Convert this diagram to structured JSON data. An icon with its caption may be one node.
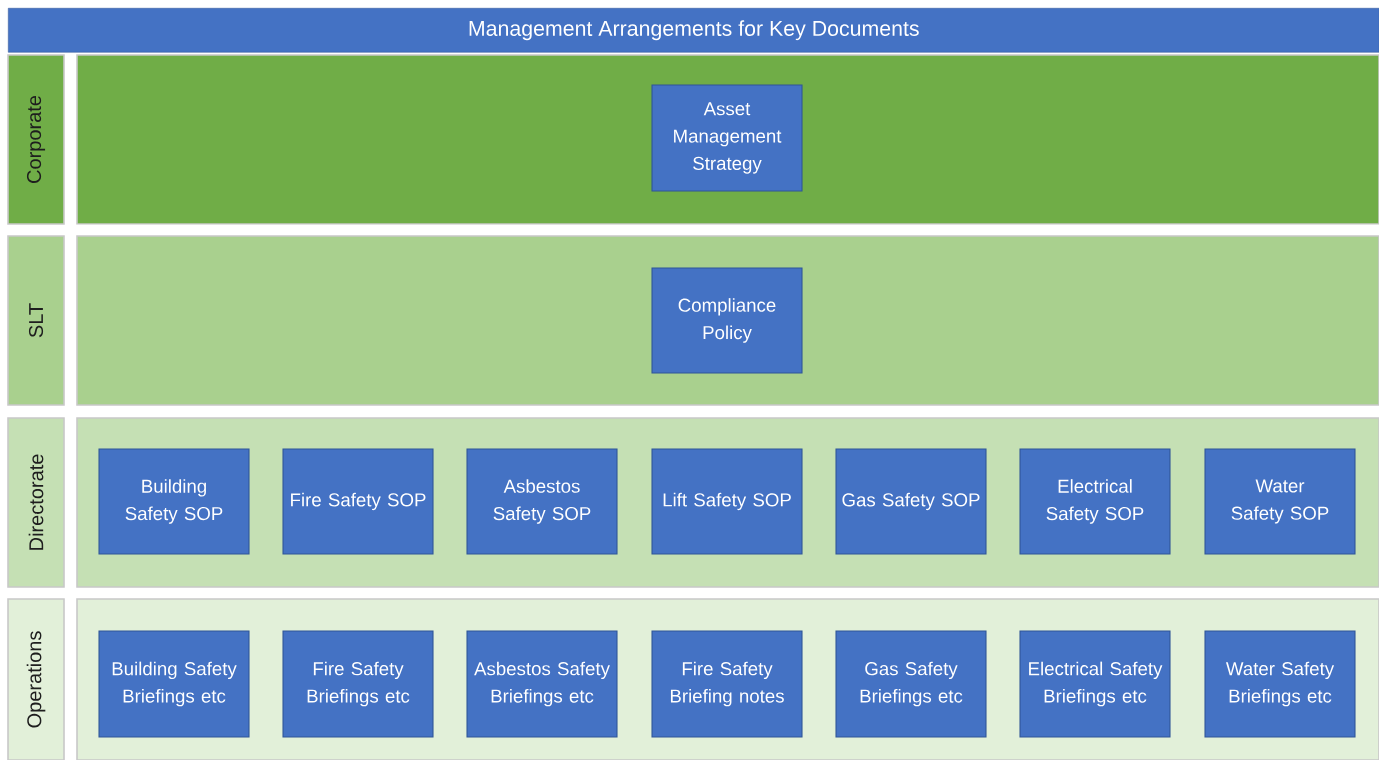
{
  "diagram": {
    "title": "Management Arrangements for Key Documents",
    "nodes": [
      {
        "text": [
          "Corporate"
        ]
      },
      {
        "text": [],
        "shape": "box"
      },
      {
        "text": [
          "Asset Management Strategy"
        ],
        "in": 1
      },
      {
        "text": [
          "SLT"
        ]
      },
      {
        "text": [],
        "shape": "box"
      },
      {
        "text": [
          "Compliance Policy"
        ],
        "in": 4
      },
      {
        "text": [
          "Directorate"
        ]
      },
      {
        "text": [],
        "shape": "box"
      },
      {
        "text": [
          "Building Safety SOP"
        ],
        "in": 7
      },
      {
        "text": [
          "Fire Safety SOP"
        ],
        "in": 7
      },
      {
        "text": [
          "Asbestos Safety SOP"
        ],
        "in": 7
      },
      {
        "text": [
          "Lift Safety SOP"
        ],
        "in": 7
      },
      {
        "text": [
          "Gas Safety SOP"
        ],
        "in": 7
      },
      {
        "text": [
          "Electrical Safety SOP"
        ],
        "in": 7
      },
      {
        "text": [
          "Water Safety SOP"
        ],
        "in": 7
      },
      {
        "text": [
          "Operations"
        ]
      },
      {
        "text": [],
        "shape": "box"
      },
      {
        "text": [
          "Building Safety Briefings etc"
        ],
        "in": 16
      },
      {
        "text": [
          "Fire Safety Briefings etc"
        ],
        "in": 16
      },
      {
        "text": [
          "Asbestos Safety Briefings etc"
        ],
        "in": 16
      },
      {
        "text": [
          "Fire Safety Briefing notes"
        ],
        "in": 16
      },
      {
        "text": [
          "Gas Safety Briefings etc"
        ],
        "in": 16
      },
      {
        "text": [
          "Electrical Safety Briefings etc"
        ],
        "in": 16
      },
      {
        "text": [
          "Water Safety Briefings etc"
        ],
        "in": 16
      }
    ]
  }
}
